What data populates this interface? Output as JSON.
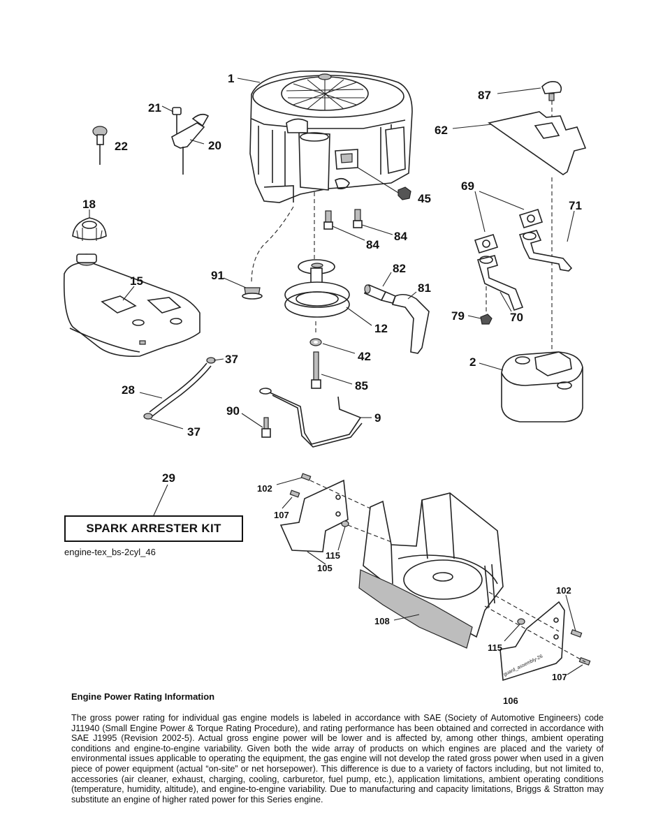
{
  "diagram": {
    "callouts": {
      "c1": "1",
      "c2": "2",
      "c9": "9",
      "c12": "12",
      "c15": "15",
      "c18": "18",
      "c20": "20",
      "c21": "21",
      "c22": "22",
      "c28": "28",
      "c29": "29",
      "c37a": "37",
      "c37b": "37",
      "c42": "42",
      "c45": "45",
      "c62": "62",
      "c69": "69",
      "c70": "70",
      "c71": "71",
      "c79": "79",
      "c81": "81",
      "c82": "82",
      "c84a": "84",
      "c84b": "84",
      "c85": "85",
      "c87": "87",
      "c90": "90",
      "c91": "91",
      "c102a": "102",
      "c102b": "102",
      "c105": "105",
      "c106": "106",
      "c107a": "107",
      "c107b": "107",
      "c108": "108",
      "c115a": "115",
      "c115b": "115"
    },
    "guard_label": "guard_assembly-26"
  },
  "spark_arrester_kit": "SPARK ARRESTER KIT",
  "figure_id": "engine-tex_bs-2cyl_46",
  "rating": {
    "title": "Engine Power Rating Information",
    "body": "The gross power rating for individual gas engine models is labeled in accordance with SAE (Society of Automotive Engineers) code J11940 (Small Engine Power & Torque Rating Procedure), and rating performance has been obtained and corrected in accordance with SAE J1995 (Revision 2002-5). Actual gross engine power will be lower and is affected by, among other things, ambient operating conditions and engine-to-engine variability. Given both the wide array of products on which engines are placed and the variety of environmental issues applicable to operating the equipment, the gas engine will not develop the rated gross power when used in a given piece of power equipment (actual “on-site” or net horsepower). This difference is due to a variety of factors including, but not limited to, accessories (air cleaner, exhaust, charging, cooling, carburetor, fuel pump, etc.), application limitations, ambient operating conditions (temperature, humidity, altitude), and engine-to-engine variability. Due to manufacturing and capacity limitations, Briggs & Stratton may substitute an engine of higher rated power for this Series engine."
  }
}
